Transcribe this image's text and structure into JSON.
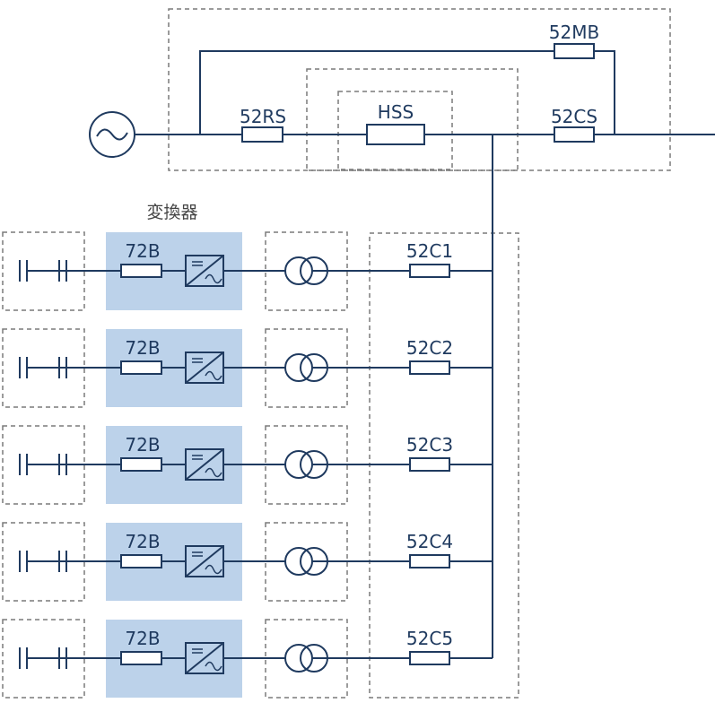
{
  "colors": {
    "line": "#1f3a5f",
    "dash": "#7a7a7a",
    "converter_fill": "#bcd2ea",
    "label": "#1f3a5f",
    "caption": "#444444"
  },
  "main": {
    "breaker_rs": "52RS",
    "hss": "HSS",
    "breaker_cs": "52CS",
    "breaker_mb": "52MB"
  },
  "converter_caption": "変換器",
  "units": [
    {
      "breaker_b": "72B",
      "breaker_c": "52C1"
    },
    {
      "breaker_b": "72B",
      "breaker_c": "52C2"
    },
    {
      "breaker_b": "72B",
      "breaker_c": "52C3"
    },
    {
      "breaker_b": "72B",
      "breaker_c": "52C4"
    },
    {
      "breaker_b": "72B",
      "breaker_c": "52C5"
    }
  ]
}
